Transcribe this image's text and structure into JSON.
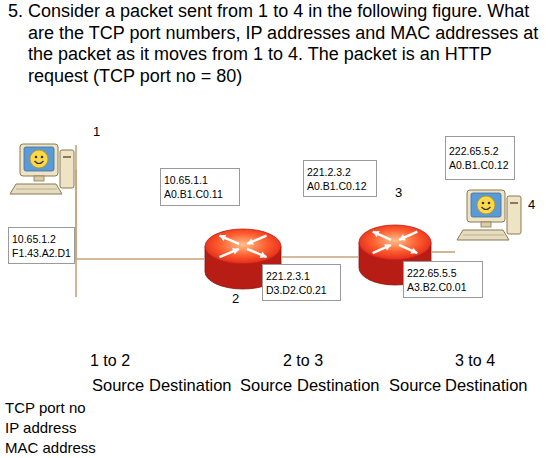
{
  "diagram": {
    "title": "5. Consider a packet sent from 1 to 4 in the following figure. What are the TCP port numbers, IP addresses and MAC addresses at the packet as it moves from 1 to 4. The packet is an HTTP request (TCP port no = 80)",
    "nodes": [
      {
        "text": [
          "1"
        ]
      },
      {
        "text": [
          "10.65.1.2",
          "F1.43.A2.D1"
        ]
      },
      {
        "text": [
          "2"
        ]
      },
      {
        "text": [
          "10.65.1.1",
          "A0.B1.C0.11"
        ]
      },
      {
        "text": [
          "221.2.3.1",
          "D3.D2.C0.21"
        ]
      },
      {
        "text": [
          "3"
        ]
      },
      {
        "text": [
          "221.2.3.2",
          "A0.B1.C0.12"
        ]
      },
      {
        "text": [
          "222.65.5.5",
          "A3.B2.C0.01"
        ]
      },
      {
        "text": [
          "4"
        ]
      },
      {
        "text": [
          "222.65.5.2",
          "A0.B1.C0.12"
        ]
      }
    ],
    "edges": [
      {
        "from": 0,
        "to": 2,
        "arrow": "none"
      },
      {
        "from": 2,
        "to": 5,
        "arrow": "none"
      },
      {
        "from": 5,
        "to": 8,
        "arrow": "none"
      }
    ],
    "labels": [
      "1 to 2",
      "2 to 3",
      "3 to 4",
      "Source",
      "Destination",
      "Source",
      "Destination",
      "Source",
      "Destination",
      "TCP port no",
      "IP address",
      "MAC address"
    ]
  }
}
